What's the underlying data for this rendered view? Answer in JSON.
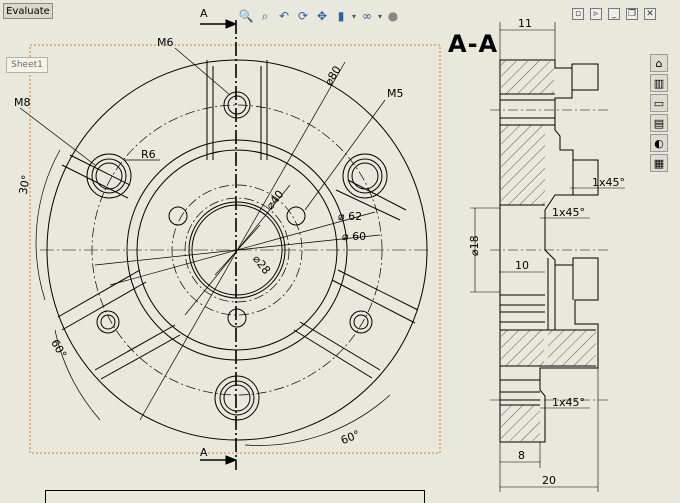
{
  "toolbar": {
    "evaluate_label": "Evaluate"
  },
  "sheet": {
    "tab_label": "Sheet1"
  },
  "section": {
    "title": "A-A",
    "cut_label_top": "A",
    "cut_label_bottom": "A"
  },
  "heads_up_icons": [
    "zoom-to-fit-icon",
    "zoom-area-icon",
    "previous-view-icon",
    "rotate-icon",
    "pan-icon",
    "display-style-icon",
    "hide-show-icon",
    "appearance-icon"
  ],
  "window_icons": [
    "tile-icon",
    "cascade-icon",
    "minimize-icon",
    "restore-icon",
    "close-icon"
  ],
  "task_pane_icons": [
    "home-icon",
    "tools-icon",
    "folder-icon",
    "palette-icon",
    "appearance-icon",
    "custom-properties-icon"
  ],
  "front_view_dims": {
    "m6": "M6",
    "m8": "M8",
    "m5": "M5",
    "r6": "R6",
    "d80": "⌀80",
    "d40": "⌀40",
    "d62": "⌀ 62",
    "d60": "⌀ 60",
    "d28": "⌀28",
    "a30": "30°",
    "a60_left": "60°",
    "a60_bottom": "60°"
  },
  "section_view_dims": {
    "w11": "11",
    "ch1": "1x45°",
    "ch2": "1x45°",
    "ch3": "1x45°",
    "d18": "⌀18",
    "w10": "10",
    "w8": "8",
    "w20": "20"
  }
}
